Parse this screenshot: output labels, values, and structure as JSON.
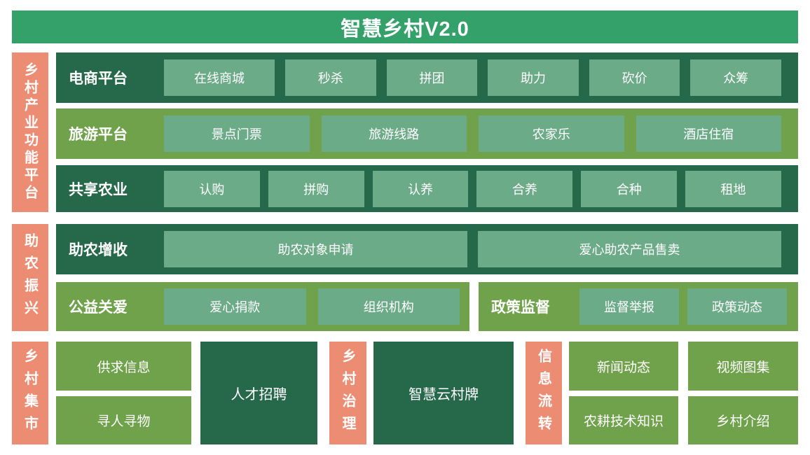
{
  "header": {
    "title": "智慧乡村V2.0"
  },
  "sidebar": {
    "industry_platform": "乡村产业功能平台",
    "farmer_assistance": "助农振兴",
    "village_market": "乡村集市",
    "village_governance": "乡村治理",
    "information_flow": "信息流转"
  },
  "sections": {
    "ecommerce": {
      "label": "电商平台",
      "items": [
        "在线商城",
        "秒杀",
        "拼团",
        "助力",
        "砍价",
        "众筹"
      ]
    },
    "tourism": {
      "label": "旅游平台",
      "items": [
        "景点门票",
        "旅游线路",
        "农家乐",
        "酒店住宿"
      ]
    },
    "shared_agriculture": {
      "label": "共享农业",
      "items": [
        "认购",
        "拼购",
        "认养",
        "合养",
        "合种",
        "租地"
      ]
    },
    "farmer_income": {
      "label": "助农增收",
      "items": [
        "助农对象申请",
        "爱心助农产品售卖"
      ]
    },
    "public_welfare": {
      "label": "公益关爱",
      "items": [
        "爱心捐款",
        "组织机构"
      ]
    },
    "policy_supervision": {
      "label": "政策监督",
      "items": [
        "监督举报",
        "政策动态"
      ]
    }
  },
  "market_tiles": {
    "supply_demand": "供求信息",
    "lost_and_found": "寻人寻物",
    "recruitment": "人才招聘"
  },
  "governance_tiles": {
    "smart_cloud_village_board": "智慧云村牌"
  },
  "info_tiles": {
    "news_updates": "新闻动态",
    "farming_tech_knowledge": "农耕技术知识",
    "video_gallery": "视频图集",
    "village_introduction": "乡村介绍"
  },
  "colors": {
    "header_green": "#34a16a",
    "dark_green": "#26684a",
    "olive_green": "#6fa24b",
    "chip_green": "#6cab88",
    "salmon": "#ec8c73",
    "text_white": "#ffffff"
  }
}
